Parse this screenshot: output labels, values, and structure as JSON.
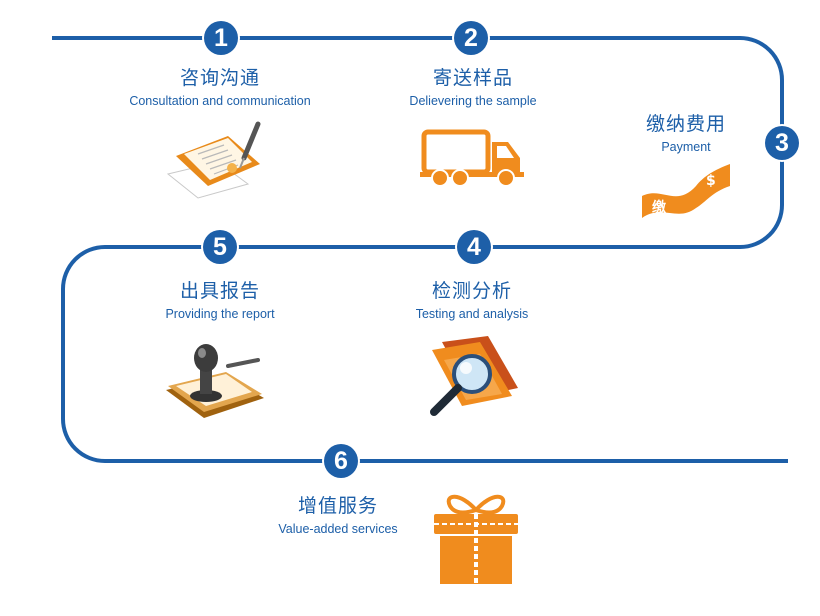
{
  "colors": {
    "path": "#1d5fa8",
    "accent": "#f08c1e",
    "text": "#1d5fa8"
  },
  "steps": [
    {
      "number": "1",
      "zh": "咨询沟通",
      "en": "Consultation and communication",
      "icon": "documents-signing-icon"
    },
    {
      "number": "2",
      "zh": "寄送样品",
      "en": "Delievering the sample",
      "icon": "delivery-truck-icon"
    },
    {
      "number": "3",
      "zh": "缴纳费用",
      "en": "Payment",
      "icon": "payment-ribbon-icon",
      "icon_text": "缴",
      "icon_symbol": "$"
    },
    {
      "number": "4",
      "zh": "检测分析",
      "en": "Testing and analysis",
      "icon": "magnifier-folder-icon"
    },
    {
      "number": "5",
      "zh": "出具报告",
      "en": "Providing the report",
      "icon": "stamp-seal-icon"
    },
    {
      "number": "6",
      "zh": "增值服务",
      "en": "Value-added services",
      "icon": "gift-box-icon"
    }
  ]
}
